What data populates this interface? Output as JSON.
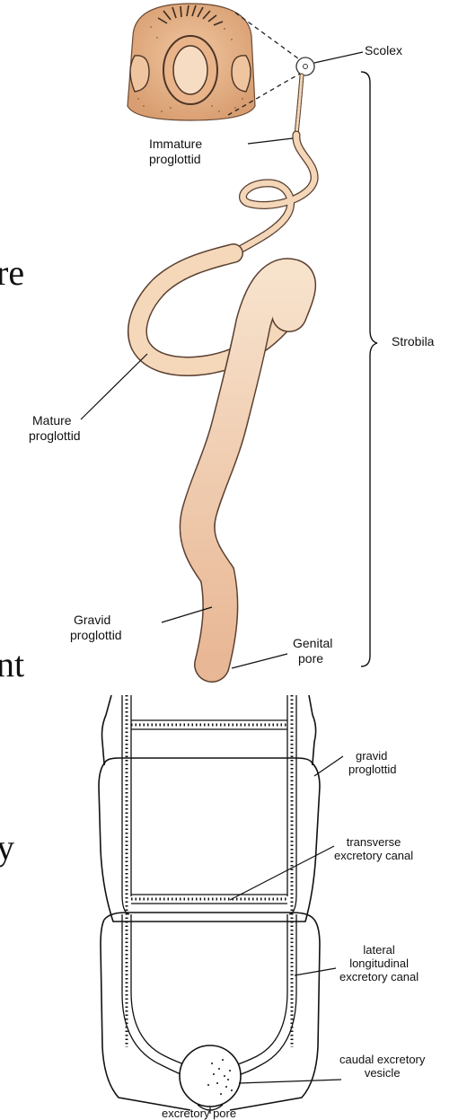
{
  "figure_top": {
    "labels": {
      "scolex": "Scolex",
      "immature": [
        "Immature",
        "proglottid"
      ],
      "mature": [
        "Mature",
        "proglottid"
      ],
      "gravid": [
        "Gravid",
        "proglottid"
      ],
      "genital_pore": [
        "Genital",
        "pore"
      ],
      "strobila": "Strobila"
    },
    "colors": {
      "segment_light": "#f6dcc3",
      "segment_dark": "#d9a27f",
      "outline": "#5a4030"
    }
  },
  "figure_bottom": {
    "labels": {
      "gravid": [
        "gravid",
        "proglottid"
      ],
      "transverse": [
        "transverse",
        "excretory canal"
      ],
      "lateral": [
        "lateral",
        "longitudinal",
        "excretory canal"
      ],
      "caudal": [
        "caudal excretory",
        "vesicle"
      ],
      "pore": "excretory pore"
    }
  },
  "cropped_text_fragments": [
    "re",
    "nt",
    "y"
  ]
}
